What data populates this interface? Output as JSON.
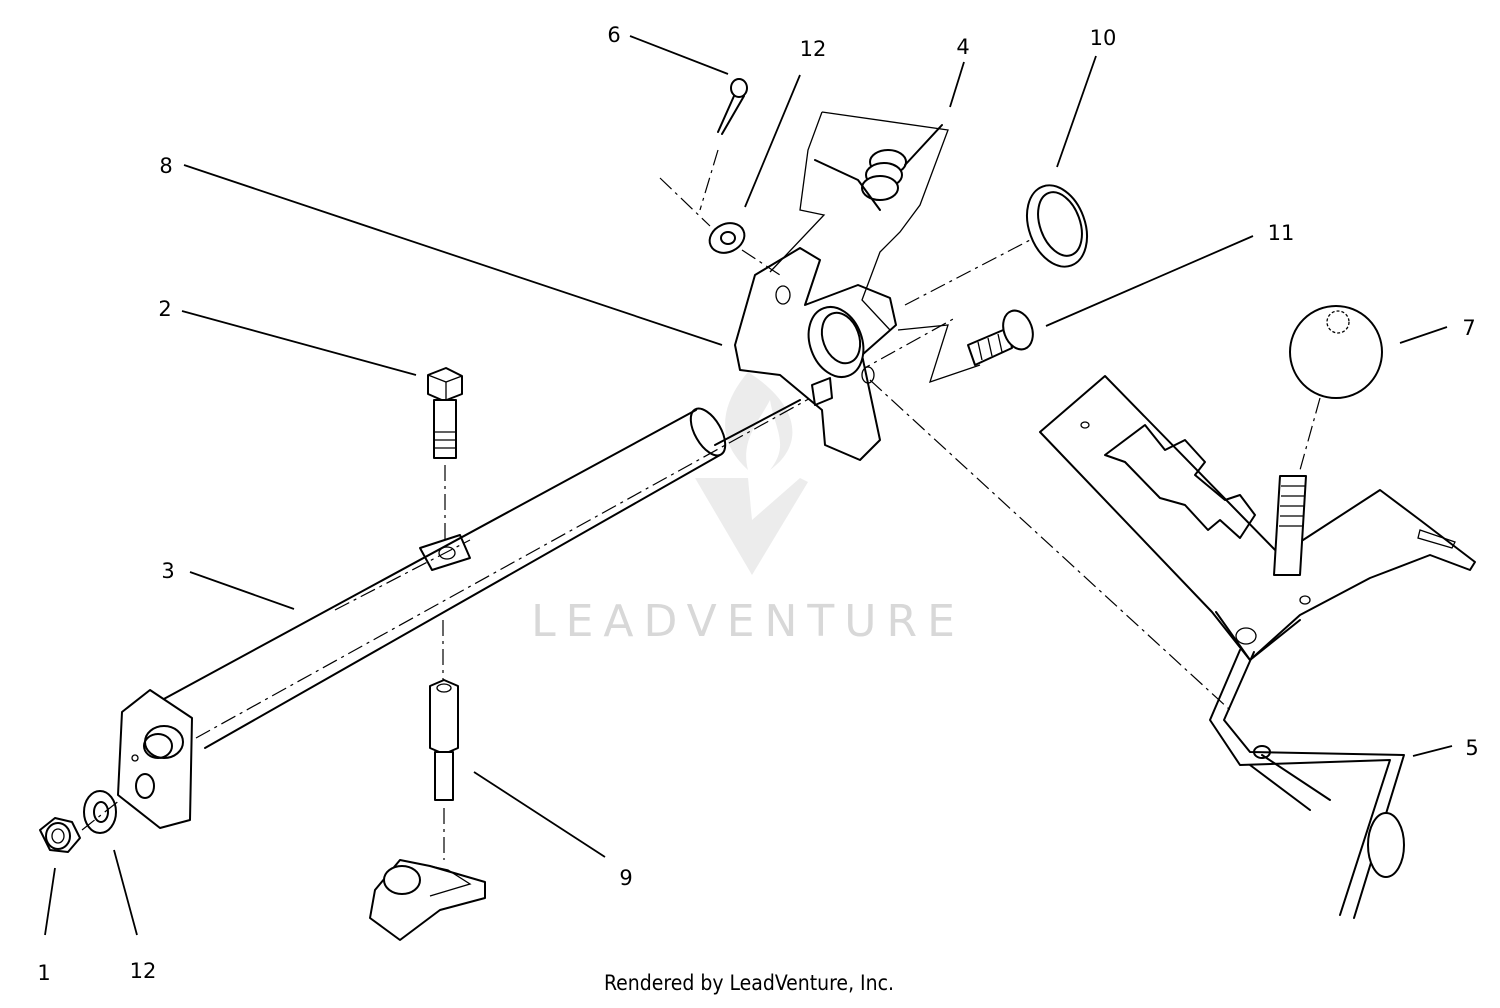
{
  "diagram": {
    "callouts": [
      {
        "id": "c1",
        "label": "1"
      },
      {
        "id": "c12a",
        "label": "12"
      },
      {
        "id": "c3",
        "label": "3"
      },
      {
        "id": "c2",
        "label": "2"
      },
      {
        "id": "c8",
        "label": "8"
      },
      {
        "id": "c6",
        "label": "6"
      },
      {
        "id": "c12b",
        "label": "12"
      },
      {
        "id": "c4",
        "label": "4"
      },
      {
        "id": "c10",
        "label": "10"
      },
      {
        "id": "c11",
        "label": "11"
      },
      {
        "id": "c7",
        "label": "7"
      },
      {
        "id": "c5",
        "label": "5"
      },
      {
        "id": "c9",
        "label": "9"
      }
    ]
  },
  "watermark": {
    "text": "LEADVENTURE"
  },
  "footer": {
    "credit": "Rendered by LeadVenture, Inc."
  }
}
